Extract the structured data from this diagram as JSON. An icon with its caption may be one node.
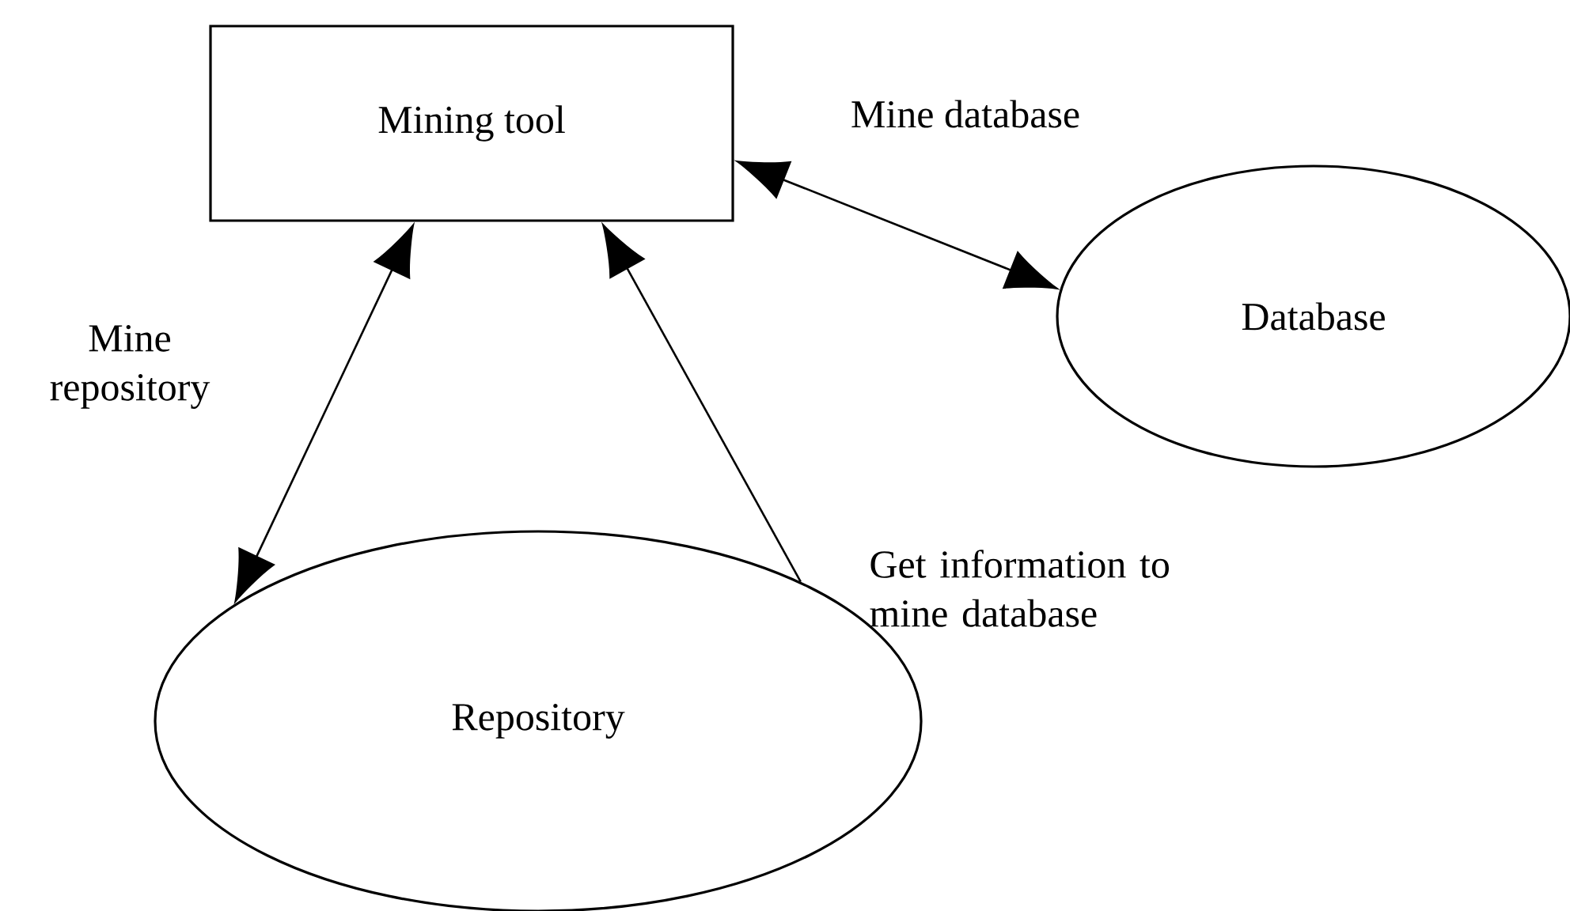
{
  "diagram": {
    "nodes": [
      {
        "text": [
          "Mining tool"
        ]
      },
      {
        "text": [
          "Database"
        ]
      },
      {
        "text": [
          "Repository"
        ]
      }
    ],
    "edges": [
      {
        "from": 0,
        "to": 1,
        "arrow": "both",
        "label": "Mine database"
      },
      {
        "from": 0,
        "to": 2,
        "arrow": "both",
        "label": "Mine repository"
      },
      {
        "from": 2,
        "to": 0,
        "arrow": "to",
        "label": "Get information to mine database"
      }
    ]
  }
}
